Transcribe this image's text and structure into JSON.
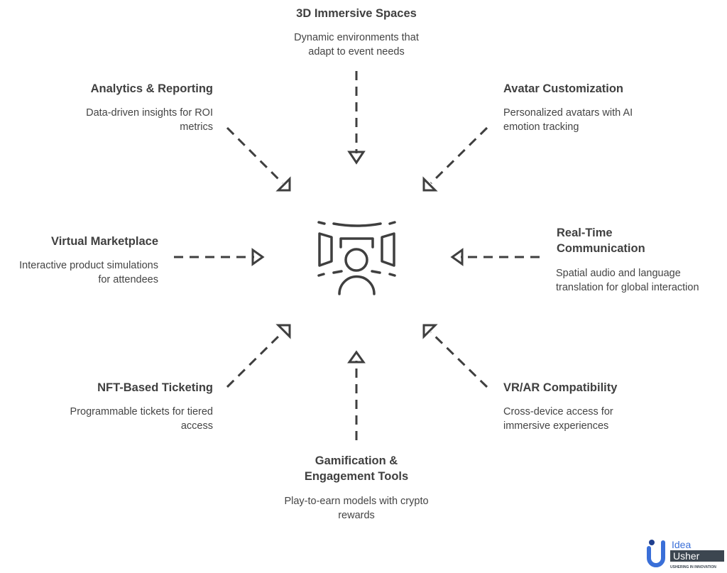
{
  "center_icon": "virtual-event-space-icon",
  "features": [
    {
      "title": "3D Immersive Spaces",
      "description": [
        "Dynamic environments that",
        "adapt to event needs"
      ]
    },
    {
      "title": "Avatar Customization",
      "description": [
        "Personalized avatars with AI",
        "emotion tracking"
      ]
    },
    {
      "title": "Real-Time Communication",
      "title_lines": [
        "Real-Time",
        "Communication"
      ],
      "description": [
        "Spatial audio and language",
        "translation for global interaction"
      ]
    },
    {
      "title": "VR/AR Compatibility",
      "description": [
        "Cross-device access for",
        "immersive experiences"
      ]
    },
    {
      "title": "Gamification & Engagement Tools",
      "title_lines": [
        "Gamification &",
        "Engagement Tools"
      ],
      "description": [
        "Play-to-earn models with crypto",
        "rewards"
      ]
    },
    {
      "title": "NFT-Based Ticketing",
      "description": [
        "Programmable tickets for tiered",
        "access"
      ]
    },
    {
      "title": "Virtual Marketplace",
      "description": [
        "Interactive product simulations",
        "for attendees"
      ]
    },
    {
      "title": "Analytics & Reporting",
      "description": [
        "Data-driven insights for ROI",
        "metrics"
      ]
    }
  ],
  "logo": {
    "line1": "Idea",
    "line2": "Usher",
    "tagline": "USHERING IN INNOVATION"
  },
  "colors": {
    "text": "#444444",
    "line": "#3f3f3f",
    "logo_blue": "#3a6fd8",
    "logo_dark": "#3c4650"
  }
}
